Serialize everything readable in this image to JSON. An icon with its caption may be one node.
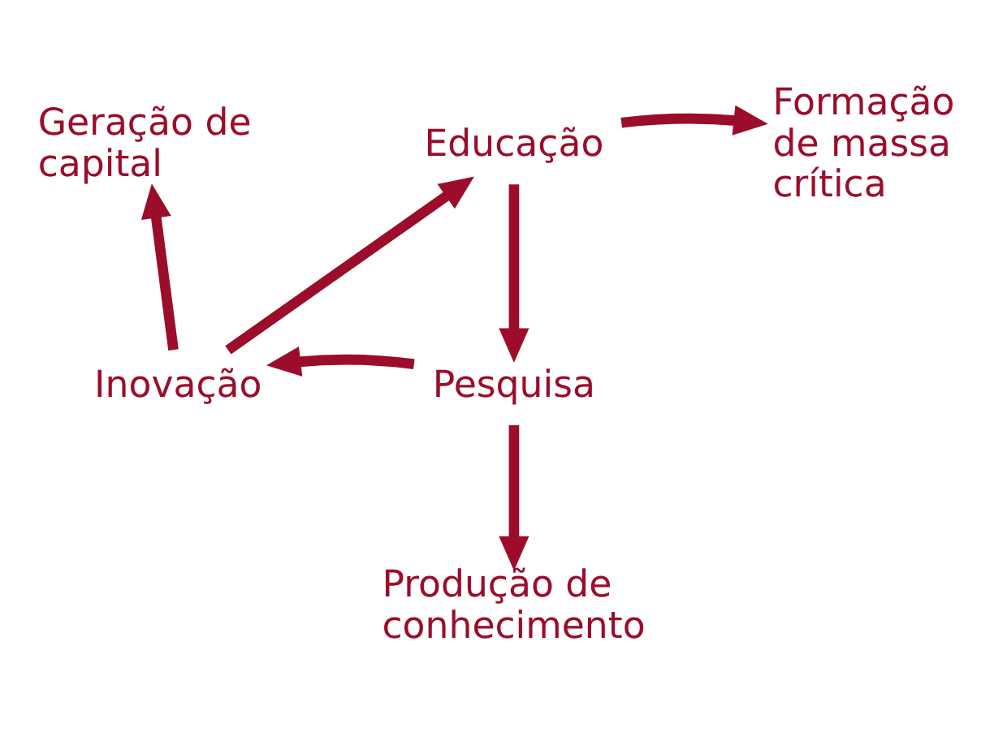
{
  "diagram": {
    "nodes": [
      {
        "text": [
          "Geração de capital"
        ]
      },
      {
        "text": [
          "Educação"
        ]
      },
      {
        "text": [
          "Formação de massa crítica"
        ]
      },
      {
        "text": [
          "Inovação"
        ]
      },
      {
        "text": [
          "Pesquisa"
        ]
      },
      {
        "text": [
          "Produção de conhecimento"
        ]
      }
    ],
    "edges": [
      {
        "from": 1,
        "to": 4,
        "arrow": "to"
      },
      {
        "from": 4,
        "to": 3,
        "arrow": "to"
      },
      {
        "from": 3,
        "to": 1,
        "arrow": "to"
      },
      {
        "from": 3,
        "to": 0,
        "arrow": "to"
      },
      {
        "from": 1,
        "to": 2,
        "arrow": "to"
      },
      {
        "from": 4,
        "to": 5,
        "arrow": "to"
      }
    ]
  }
}
